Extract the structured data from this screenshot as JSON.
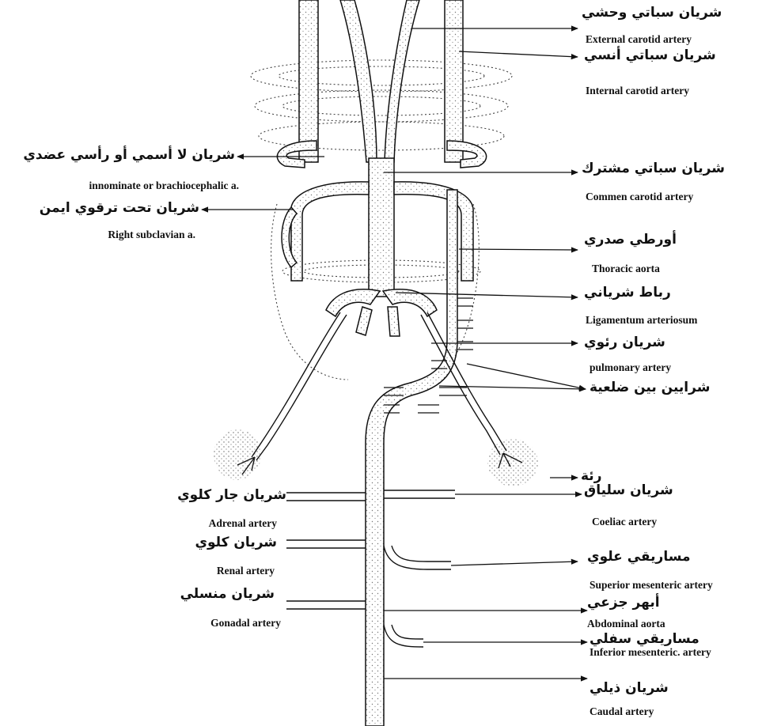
{
  "labels": {
    "external_carotid": {
      "ar": "شريان سباتي وحشي",
      "en": "External carotid artery"
    },
    "internal_carotid": {
      "ar": "شريان سباتي أنسي",
      "en": "Internal carotid artery"
    },
    "common_carotid": {
      "ar": "شريان سباتي مشترك",
      "en": "Commen carotid artery"
    },
    "innominate": {
      "ar": "شريان لا أسمي أو رأسي عضدي",
      "en": "innominate or brachiocephalic a."
    },
    "right_subclavian": {
      "ar": "شريان تحت ترقوي ايمن",
      "en": "Right subclavian a."
    },
    "thoracic_aorta": {
      "ar": "أورطي صدري",
      "en": "Thoracic aorta"
    },
    "ligamentum": {
      "ar": "رباط شرياني",
      "en": "Ligamentum arteriosum"
    },
    "pulmonary": {
      "ar": "شريان رئوي",
      "en": "pulmonary artery"
    },
    "intercostal": {
      "ar": "شرايين بين ضلعية"
    },
    "lung": {
      "ar": "رئة"
    },
    "coeliac": {
      "ar": "شريان سلياق",
      "en": "Coeliac artery"
    },
    "superior_mesenteric": {
      "ar": "مساريقي علوي",
      "en": "Superior mesenteric artery"
    },
    "abdominal_aorta": {
      "ar": "أبهر جزعي",
      "en": "Abdominal aorta"
    },
    "inferior_mesenteric": {
      "ar": "مساريقي سفلي",
      "en": "Inferior mesenteric. artery"
    },
    "caudal": {
      "ar": "شريان ذيلي",
      "en": "Caudal artery"
    },
    "adrenal": {
      "ar": "شريان جار كلوي",
      "en": "Adrenal artery"
    },
    "renal": {
      "ar": "شريان كلوي",
      "en": "Renal artery"
    },
    "gonadal": {
      "ar": "شريان منسلي",
      "en": "Gonadal artery"
    }
  }
}
